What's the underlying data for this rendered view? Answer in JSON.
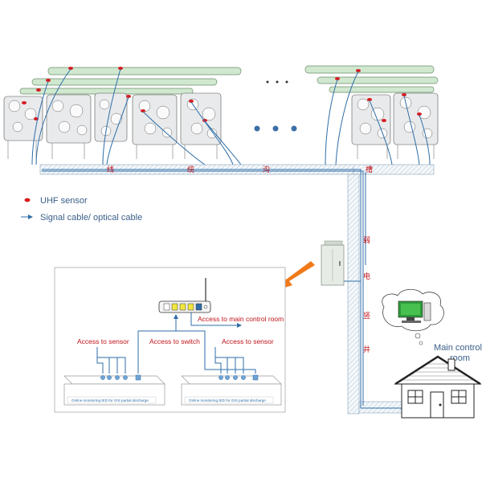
{
  "legend": {
    "uhf_sensor": "UHF sensor",
    "signal_cable": "Signal cable/ optical cable"
  },
  "trench_labels": [
    "线",
    "缆",
    "沟",
    "槽"
  ],
  "riser_labels": [
    "弱",
    "电",
    "竖",
    "井"
  ],
  "main_control_room": "Main control room",
  "inset": {
    "access_to_main_control_room": "Access to main control room",
    "access_to_switch": "Access to switch",
    "access_to_sensor_left": "Access to sensor",
    "access_to_sensor_right": "Access to sensor",
    "ied_left": "Online monitoring IED for GIS partial discharge",
    "ied_right": "Online monitoring IED for GIS partial discharge"
  },
  "colors": {
    "sensor": "#d81b20",
    "cable": "#2f6ea8",
    "label_red": "#c0141b",
    "arrow": "#f07a1a",
    "busbar": "#cfe8cf",
    "monitor": "#2e9a3a"
  }
}
